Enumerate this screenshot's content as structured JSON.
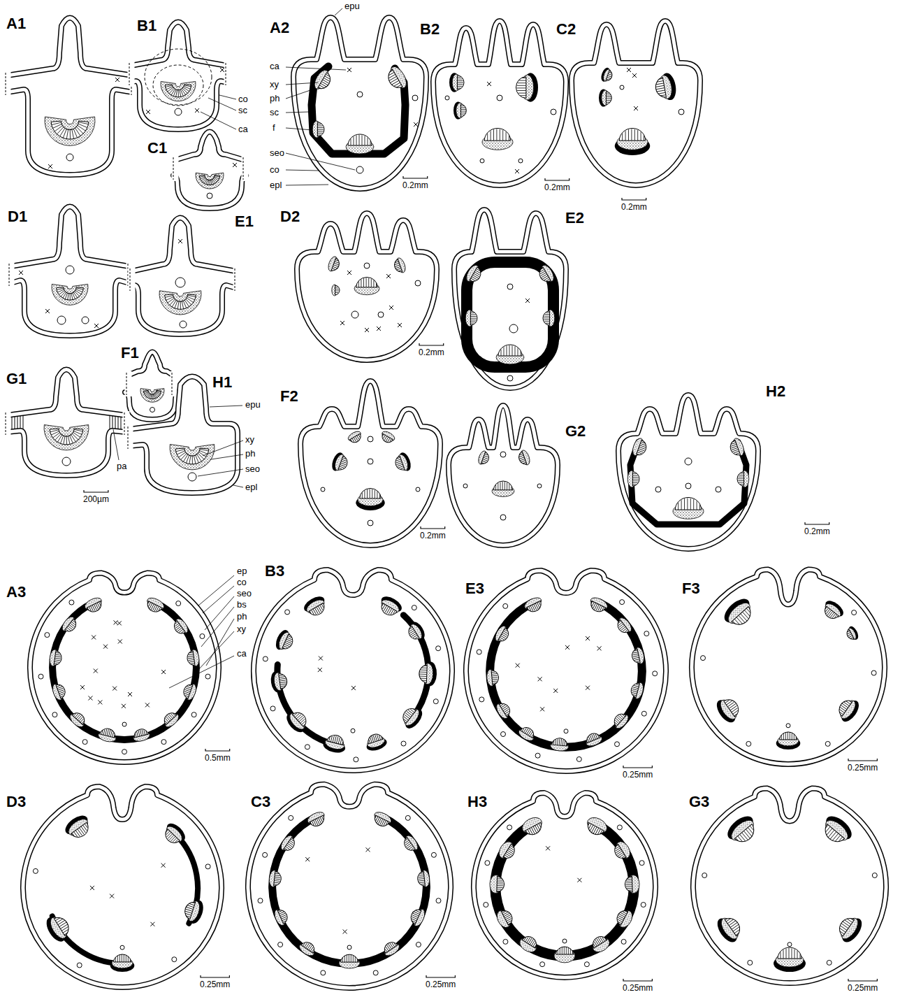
{
  "diagram": {
    "labels": [
      "A1",
      "B1",
      "co",
      "sc",
      "ca",
      "C1",
      "D1",
      "E1",
      "F1",
      "G1",
      "H1",
      "epu",
      "xy",
      "ph",
      "seo",
      "epl",
      "pa",
      "200µm",
      "A2",
      "epu",
      "ca",
      "xy",
      "ph",
      "sc",
      "f",
      "seo",
      "co",
      "epl",
      "0.2mm",
      "B2",
      "0.2mm",
      "C2",
      "0.2mm",
      "D2",
      "0.2mm",
      "E2",
      "F2",
      "0.2mm",
      "G2",
      "H2",
      "0.2mm",
      "A3",
      "ep",
      "co",
      "seo",
      "bs",
      "ph",
      "xy",
      "ca",
      "0.5mm",
      "B3",
      "E3",
      "0.25mm",
      "F3",
      "0.25mm",
      "D3",
      "0.25mm",
      "C3",
      "0.25mm",
      "H3",
      "0.25mm",
      "G3",
      "0.25mm"
    ]
  }
}
